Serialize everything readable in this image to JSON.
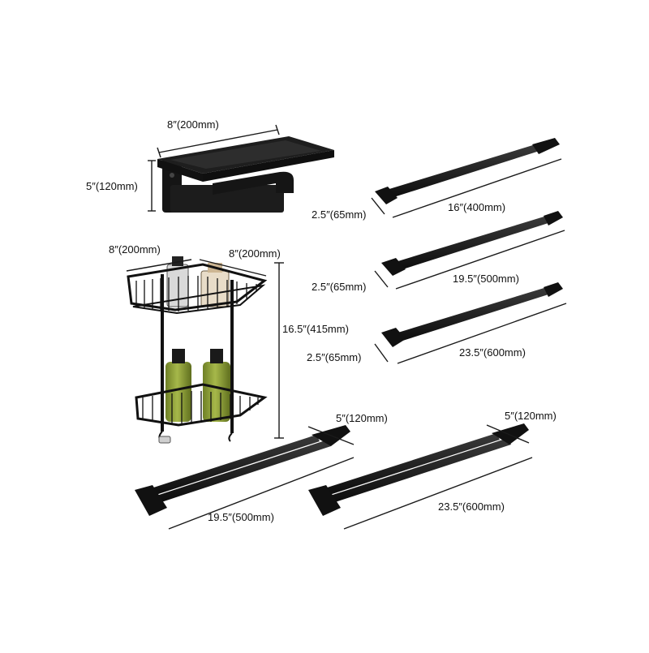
{
  "products": {
    "phone_shelf_holder": {
      "width_label": "8″(200mm)",
      "height_label": "5″(120mm)"
    },
    "corner_basket": {
      "width_left_label": "8″(200mm)",
      "width_right_label": "8″(200mm)",
      "height_label": "16.5″(415mm)"
    },
    "towel_bar_16": {
      "length_label": "16″(400mm)",
      "depth_label": "2.5″(65mm)"
    },
    "towel_bar_19_5": {
      "length_label": "19.5″(500mm)",
      "depth_label": "2.5″(65mm)"
    },
    "towel_bar_23_5": {
      "length_label": "23.5″(600mm)",
      "depth_label": "2.5″(65mm)"
    },
    "double_bar_19_5": {
      "length_label": "19.5″(500mm)",
      "depth_label": "5″(120mm)"
    },
    "double_bar_23_5": {
      "length_label": "23.5″(600mm)",
      "depth_label": "5″(120mm)"
    }
  },
  "colors": {
    "finish": "#141414",
    "dimension_line": "#1a1a1a",
    "bottle": "#8fa13a",
    "background": "#ffffff"
  }
}
